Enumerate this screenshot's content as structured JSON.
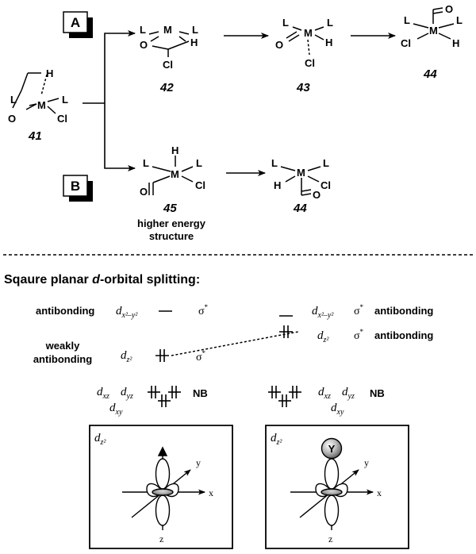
{
  "pathway_a": {
    "label": "A"
  },
  "pathway_b": {
    "label": "B"
  },
  "structures": {
    "s41": {
      "compound_number": "41",
      "atoms": {
        "metal": "M",
        "ligand_left": "L",
        "ligand_right": "L",
        "oxygen": "O",
        "chloride": "Cl",
        "hydride": "H"
      }
    },
    "s42": {
      "compound_number": "42",
      "atoms": {
        "metal": "M",
        "ligand_left": "L",
        "ligand_right": "L",
        "oxygen": "O",
        "chloride": "Cl",
        "hydride": "H"
      }
    },
    "s43": {
      "compound_number": "43",
      "atoms": {
        "metal": "M",
        "ligand_left": "L",
        "ligand_right": "L",
        "oxygen": "O",
        "chloride": "Cl",
        "hydride": "H"
      }
    },
    "s44a": {
      "compound_number": "44",
      "atoms": {
        "metal": "M",
        "ligand_left": "L",
        "ligand_right": "L",
        "oxygen": "O",
        "chloride": "Cl",
        "hydride": "H"
      }
    },
    "s45": {
      "compound_number": "45",
      "atoms": {
        "metal": "M",
        "ligand_left": "L",
        "ligand_right": "L",
        "oxygen": "O",
        "chloride": "Cl",
        "hydride": "H"
      },
      "note_line1": "higher energy",
      "note_line2": "structure"
    },
    "s44b": {
      "compound_number": "44",
      "atoms": {
        "metal": "M",
        "ligand_left": "L",
        "ligand_right": "L",
        "oxygen": "O",
        "chloride": "Cl",
        "hydride": "H"
      }
    }
  },
  "splitting": {
    "title_prefix": "Sqaure planar ",
    "title_italic": "d",
    "title_suffix": "-orbital splitting:",
    "left": {
      "dx2y2": {
        "label": "antibonding",
        "orbital": "d",
        "sub": "x²–y²",
        "sigma": "σ",
        "star": "*"
      },
      "dz2": {
        "label_line1": "weakly",
        "label_line2": "antibonding",
        "orbital": "d",
        "sub": "z²",
        "sigma": "σ",
        "star": "*"
      },
      "nb": {
        "d1": "d",
        "s1": "xz",
        "d2": "d",
        "s2": "yz",
        "d3": "d",
        "s3": "xy",
        "label": "NB"
      }
    },
    "right": {
      "dx2y2": {
        "label": "antibonding",
        "orbital": "d",
        "sub": "x²–y²",
        "sigma": "σ",
        "star": "*"
      },
      "dz2": {
        "label": "antibonding",
        "orbital": "d",
        "sub": "z²",
        "sigma": "σ",
        "star": "*"
      },
      "nb": {
        "d1": "d",
        "s1": "xz",
        "d2": "d",
        "s2": "yz",
        "d3": "d",
        "s3": "xy",
        "label": "NB"
      }
    }
  },
  "orbital_boxes": {
    "left": {
      "orbital": "d",
      "sub": "z²",
      "axes": {
        "x": "x",
        "y": "y",
        "z": "z"
      }
    },
    "right": {
      "orbital": "d",
      "sub": "z²",
      "axes": {
        "x": "x",
        "y": "y",
        "z": "z"
      },
      "substituent": "Y"
    }
  }
}
